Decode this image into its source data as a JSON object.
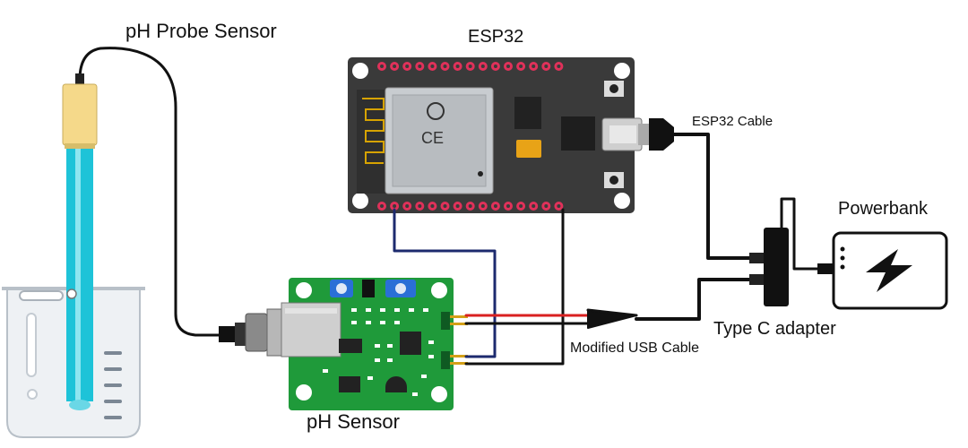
{
  "labels": {
    "probe": "pH Probe Sensor",
    "esp32": "ESP32",
    "esp32_cable": "ESP32 Cable",
    "powerbank": "Powerbank",
    "type_c_adapter": "Type C adapter",
    "usb_cable": "Modified USB Cable",
    "ph_sensor": "pH Sensor"
  },
  "colors": {
    "board_dark": "#3a3a3a",
    "sensor_green": "#1f9a3a",
    "probe_cyan": "#1ec3d8",
    "probe_cap": "#f5d98a",
    "pin_red": "#e0315a",
    "wire_red": "#d92020",
    "wire_navy": "#1c2a6e",
    "wire_black": "#111111",
    "lightning": "#111111"
  }
}
